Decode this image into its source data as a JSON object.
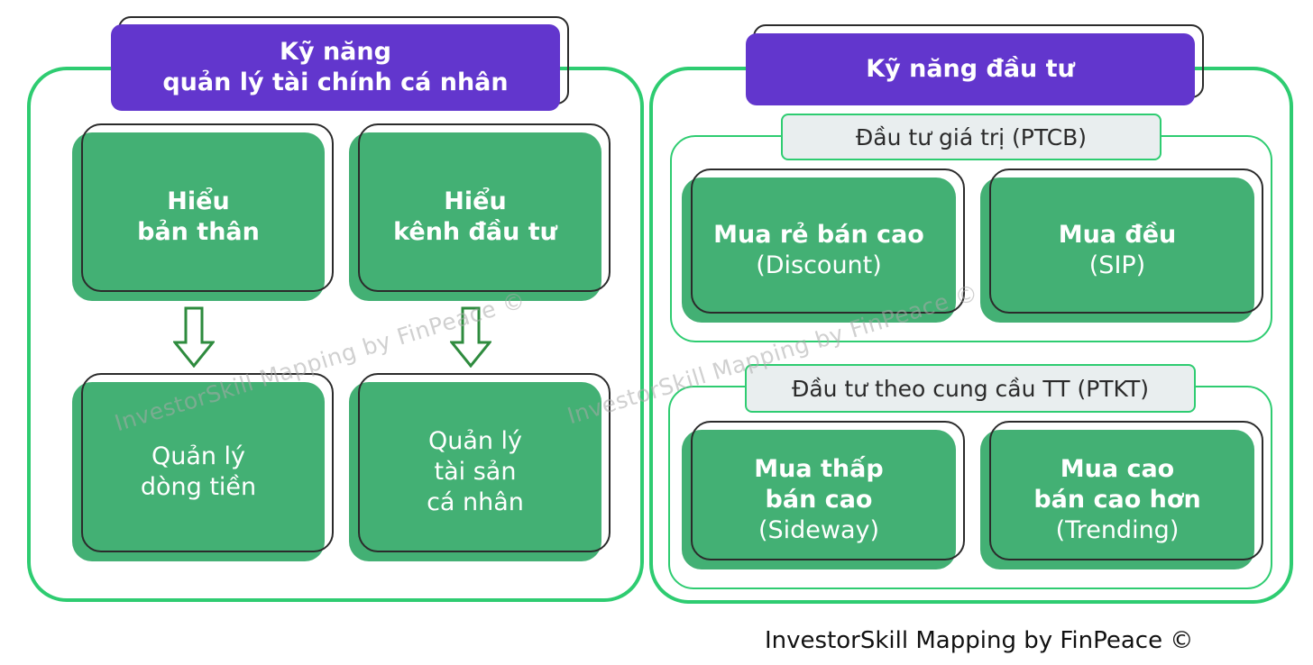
{
  "left_group": {
    "title": "Kỹ năng\nquản lý tài chính cá nhân",
    "cards": {
      "understand_self": {
        "line1": "Hiểu",
        "line2": "bản thân"
      },
      "understand_channels": {
        "line1": "Hiểu",
        "line2": "kênh đầu tư"
      },
      "cashflow": {
        "line1": "Quản lý",
        "line2": "dòng tiền"
      },
      "assets": {
        "line1": "Quản lý",
        "line2": "tài sản",
        "line3": "cá nhân"
      }
    }
  },
  "right_group": {
    "title": "Kỹ năng đầu tư",
    "value_investing": {
      "label": "Đầu tư giá trị (PTCB)",
      "discount": {
        "line1": "Mua rẻ bán cao",
        "line2": "(Discount)"
      },
      "sip": {
        "line1": "Mua đều",
        "line2": "(SIP)"
      }
    },
    "market_investing": {
      "label": "Đầu tư theo cung cầu TT (PTKT)",
      "sideway": {
        "line1": "Mua thấp",
        "line2": "bán cao",
        "line3": "(Sideway)"
      },
      "trending": {
        "line1": "Mua cao",
        "line2": "bán cao hơn",
        "line3": "(Trending)"
      }
    }
  },
  "watermark": "InvestorSkill Mapping by FinPeace ©",
  "footer": "InvestorSkill Mapping by FinPeace ©",
  "colors": {
    "panel_border": "#2ecc71",
    "header_bg": "#6236cd",
    "card_bg": "#43b074",
    "arrow": "#2e8b3e",
    "subheader_bg": "#e9eeef"
  }
}
